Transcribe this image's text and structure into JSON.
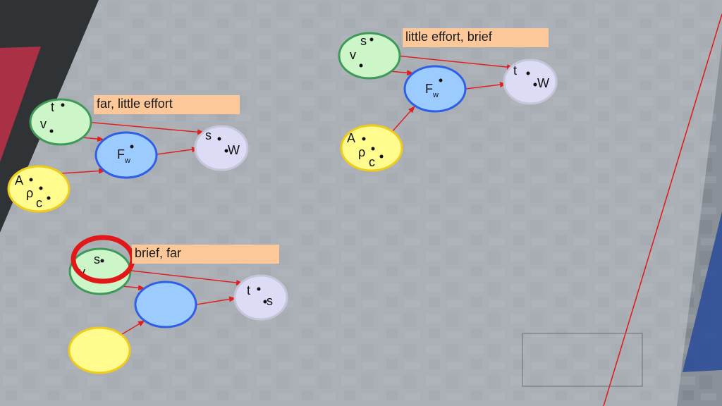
{
  "colors": {
    "green_fill": "#ccf5c8",
    "green_stroke": "#3f9a5a",
    "blue_fill": "#9ccbff",
    "blue_stroke": "#2f5fe6",
    "yellow_fill": "#fffb8c",
    "yellow_stroke": "#f0cc1a",
    "lavender_fill": "#dcdcf6",
    "lavender_stroke": "#c6c6d8",
    "arrow": "#e02020",
    "label_bg": "#fcc89a",
    "highlight_ring": "#e01818"
  },
  "labels": {
    "left_top": "far, little effort",
    "right_top": "little effort, brief",
    "bottom": "brief, far"
  },
  "diagram_left": {
    "green": [
      "t",
      "v"
    ],
    "blue_main": "F",
    "blue_sub": "w",
    "yellow": [
      "A",
      "ρ",
      "c"
    ],
    "target": [
      "s",
      "W"
    ]
  },
  "diagram_right": {
    "green": [
      "s",
      "v"
    ],
    "blue_main": "F",
    "blue_sub": "w",
    "yellow": [
      "A",
      "ρ",
      "c"
    ],
    "target": [
      "t",
      "W"
    ]
  },
  "diagram_bottom": {
    "green": [
      "s",
      "v"
    ],
    "target": [
      "t",
      "s"
    ]
  }
}
